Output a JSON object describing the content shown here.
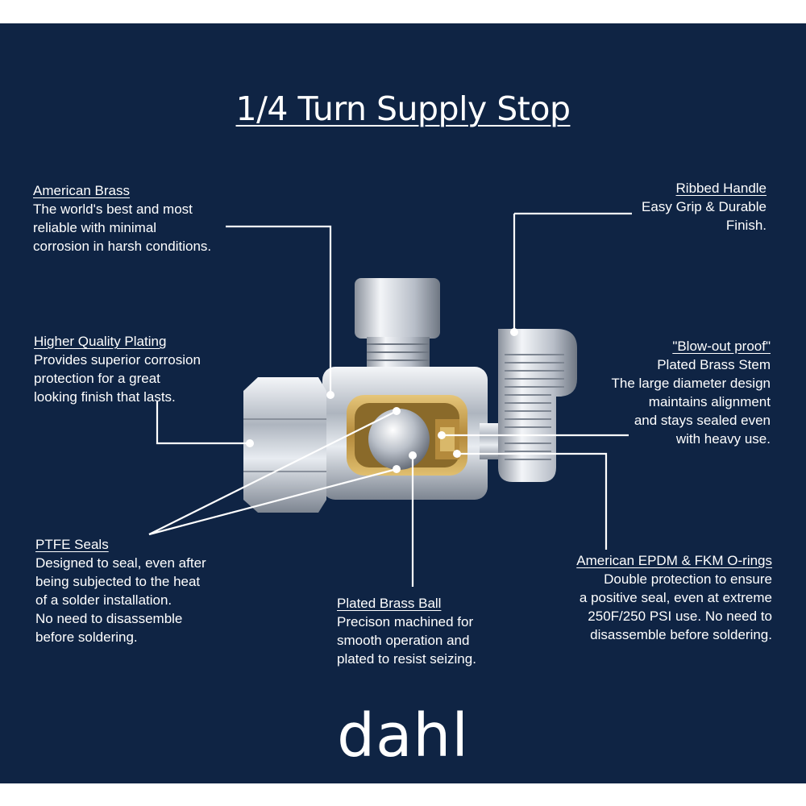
{
  "title": "1/4 Turn Supply Stop",
  "callouts": {
    "american_brass": {
      "heading": "American Brass",
      "lines": [
        "The world's best and most",
        "reliable with minimal",
        "corrosion in harsh conditions."
      ]
    },
    "ribbed_handle": {
      "heading": "Ribbed Handle",
      "lines": [
        "Easy Grip & Durable",
        "Finish."
      ]
    },
    "higher_quality_plating": {
      "heading": "Higher Quality Plating",
      "lines": [
        "Provides superior corrosion",
        "protection for a great",
        "looking finish that lasts."
      ]
    },
    "blowout_proof": {
      "heading": "\"Blow-out proof\"",
      "lines": [
        "Plated Brass Stem",
        "The large diameter design",
        "maintains alignment",
        "and stays sealed even",
        "with heavy use."
      ]
    },
    "ptfe_seals": {
      "heading": "PTFE Seals",
      "lines": [
        "Designed to seal, even after",
        "being subjected to the heat",
        "of a solder installation.",
        "No need to disassemble",
        "before soldering."
      ]
    },
    "plated_brass_ball": {
      "heading": "Plated Brass Ball",
      "lines": [
        "Precison machined for",
        "smooth operation and",
        "plated to resist seizing."
      ]
    },
    "o_rings": {
      "heading": "American EPDM & FKM O-rings",
      "lines": [
        "Double protection to ensure",
        "a positive seal, even at extreme",
        "250F/250 PSI use. No need to",
        "disassemble before soldering."
      ]
    }
  },
  "logo": "dahl",
  "colors": {
    "background": "#0f2444",
    "text": "#ffffff",
    "chrome": "#c9ced6",
    "brass": "#c9a253"
  }
}
